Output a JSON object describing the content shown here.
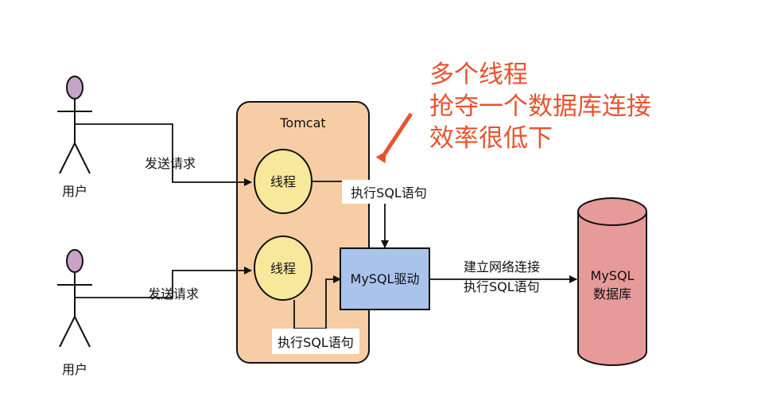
{
  "container": {
    "title": "Tomcat"
  },
  "users": [
    {
      "label": "用户",
      "action": "发送请求"
    },
    {
      "label": "用户",
      "action": "发送请求"
    }
  ],
  "threads": [
    {
      "label": "线程"
    },
    {
      "label": "线程"
    }
  ],
  "sql_labels": {
    "top": "执行SQL语句",
    "bottom": "执行SQL语句"
  },
  "driver": {
    "label": "MySQL驱动"
  },
  "connection": {
    "line1": "建立网络连接",
    "line2": "执行SQL语句"
  },
  "database": {
    "line1": "MySQL",
    "line2": "数据库"
  },
  "annotation": {
    "line1": "多个线程",
    "line2": "抢夺一个数据库连接",
    "line3": "效率很低下"
  },
  "colors": {
    "tomcat_fill": "#f6cda4",
    "thread_fill": "#f7e89c",
    "driver_fill": "#a9c3ea",
    "db_fill": "#e69a99",
    "user_head": "#c8a2c8",
    "annotation": "#e8532e"
  }
}
